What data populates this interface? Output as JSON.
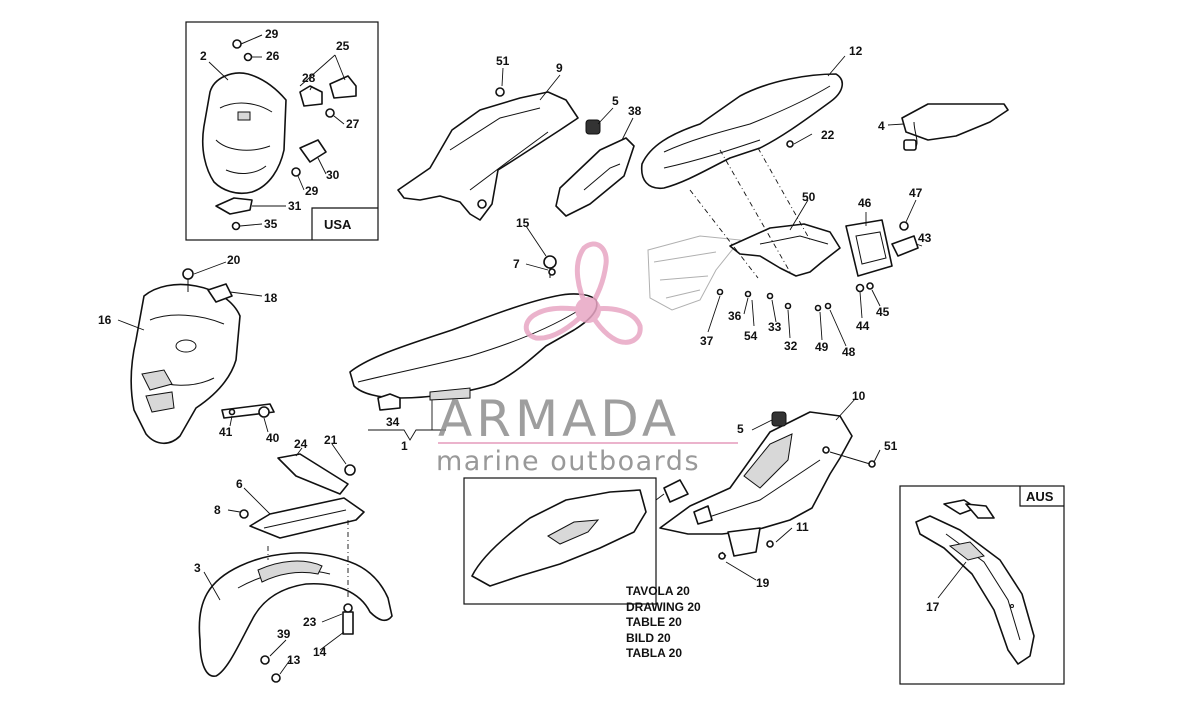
{
  "inset_labels": {
    "usa": "USA",
    "aus": "AUS"
  },
  "callouts": [
    "29",
    "26",
    "25",
    "2",
    "28",
    "27",
    "30",
    "29",
    "31",
    "35",
    "51",
    "9",
    "5",
    "38",
    "12",
    "22",
    "4",
    "20",
    "18",
    "16",
    "41",
    "40",
    "15",
    "7",
    "34",
    "1",
    "50",
    "46",
    "47",
    "43",
    "37",
    "54",
    "36",
    "33",
    "32",
    "49",
    "48",
    "44",
    "45",
    "10",
    "5",
    "51",
    "24",
    "21",
    "6",
    "8",
    "11",
    "19",
    "3",
    "23",
    "39",
    "13",
    "14",
    "17"
  ],
  "caption_lines": [
    "TAVOLA 20",
    "DRAWING 20",
    "TABLE 20",
    "BILD 20",
    "TABLA 20"
  ],
  "watermark": {
    "brand": "ARMADA",
    "tagline": "marine outboards",
    "brand_color": "#8e8e8e",
    "accent_color": "#e8a6c4"
  }
}
